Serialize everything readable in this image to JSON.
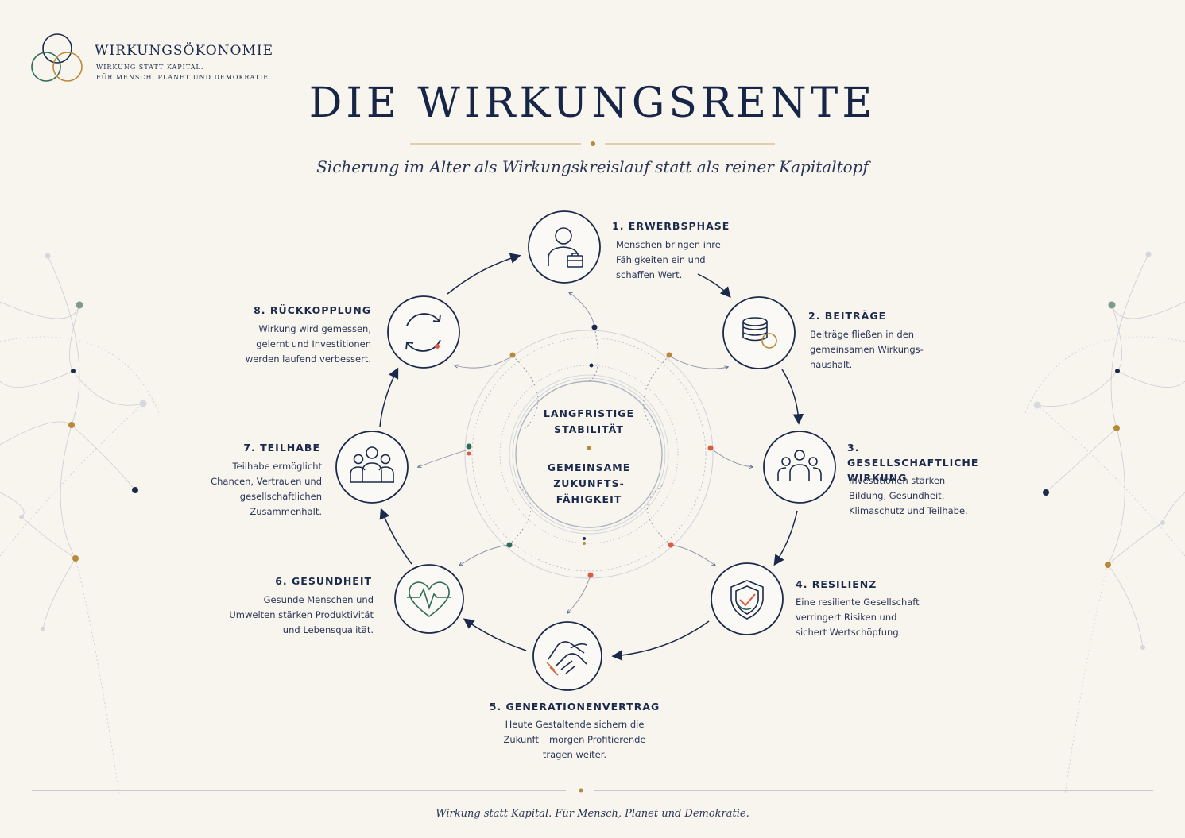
{
  "brand": {
    "name": "WIRKUNGSÖKONOMIE",
    "tagline_1": "WIRKUNG STATT KAPITAL.",
    "tagline_2": "FÜR MENSCH, PLANET UND DEMOKRATIE."
  },
  "title": "DIE WIRKUNGSRENTE",
  "subtitle": "Sicherung im Alter als Wirkungskreislauf statt als reiner Kapitaltopf",
  "center": {
    "line_1": "LANGFRISTIGE STABILITÄT",
    "line_2": "GEMEINSAME ZUKUNFTS-FÄHIGKEIT"
  },
  "steps": [
    {
      "heading": "1. ERWERBSPHASE",
      "text": "Menschen bringen ihre Fähigkeiten ein und schaffen Wert.",
      "icon": "person-briefcase-icon"
    },
    {
      "heading": "2. BEITRÄGE",
      "text": "Beiträge fließen in den gemeinsamen Wirkungs-haushalt.",
      "icon": "coin-stack-icon"
    },
    {
      "heading": "3. GESELLSCHAFTLICHE WIRKUNG",
      "text": "Investitionen stärken Bildung, Gesundheit, Klimaschutz und Teilhabe.",
      "icon": "community-icon"
    },
    {
      "heading": "4. RESILIENZ",
      "text": "Eine resiliente Gesellschaft verringert Risiken und sichert Wertschöpfung.",
      "icon": "shield-check-icon"
    },
    {
      "heading": "5. GENERATIONENVERTRAG",
      "text": "Heute Gestaltende sichern die Zukunft – morgen Profitierende tragen weiter.",
      "icon": "handshake-icon"
    },
    {
      "heading": "6. GESUNDHEIT",
      "text": "Gesunde Menschen und Umwelten stärken Produktivität und Lebensqualität.",
      "icon": "heart-pulse-icon"
    },
    {
      "heading": "7. TEILHABE",
      "text": "Teilhabe ermöglicht Chancen, Vertrauen und gesellschaftlichen Zusammenhalt.",
      "icon": "group-icon"
    },
    {
      "heading": "8. RÜCKKOPPLUNG",
      "text": "Wirkung wird gemessen, gelernt und Investitionen werden laufend verbessert.",
      "icon": "refresh-cycle-icon"
    }
  ],
  "footer": "Wirkung statt Kapital. Für Mensch, Planet und Demokratie.",
  "colors": {
    "navy": "#1b2a4a",
    "gold": "#b8893a",
    "green": "#2f6b5a",
    "red": "#d95b43",
    "background": "#f8f5ef"
  }
}
